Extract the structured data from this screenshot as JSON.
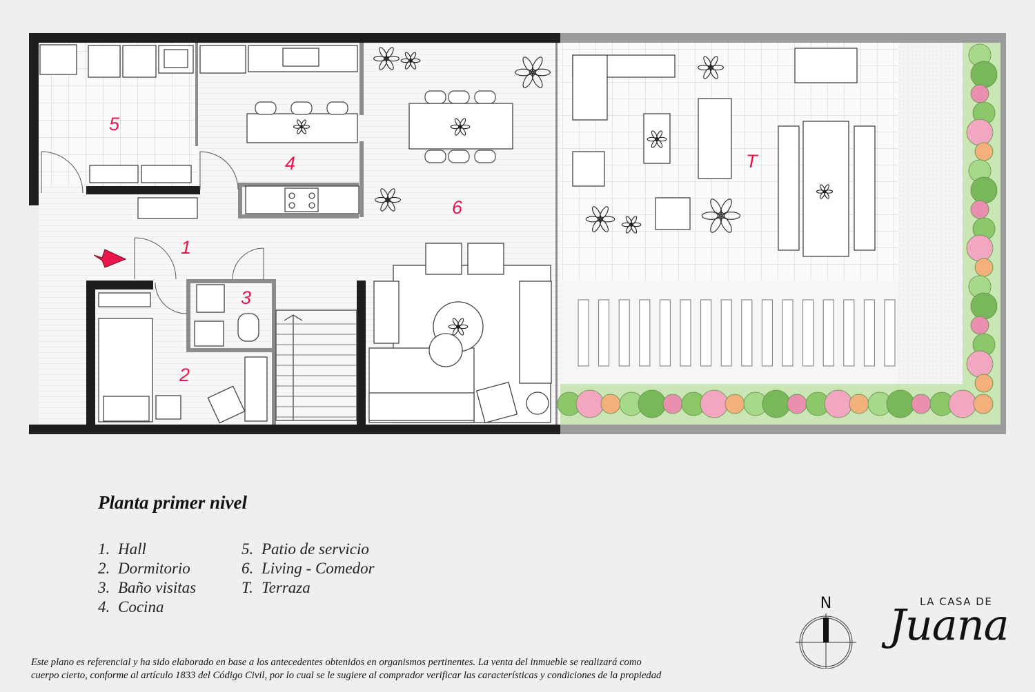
{
  "plan": {
    "room_labels": [
      {
        "id": "1",
        "text": "1"
      },
      {
        "id": "2",
        "text": "2"
      },
      {
        "id": "3",
        "text": "3"
      },
      {
        "id": "4",
        "text": "4"
      },
      {
        "id": "5",
        "text": "5"
      },
      {
        "id": "6",
        "text": "6"
      },
      {
        "id": "T",
        "text": "T"
      }
    ],
    "label_color": "#e8174a",
    "wall_color": "#1e1e1e",
    "terrace_wall_color": "#9a9d9c",
    "garden_color": "#c9e6b4",
    "entrance_icon": "entrance-arrow-icon"
  },
  "title": "Planta primer nivel",
  "legend": {
    "col1": [
      {
        "num": "1.",
        "label": "Hall"
      },
      {
        "num": "2.",
        "label": "Dormitorio"
      },
      {
        "num": "3.",
        "label": "Baño visitas"
      },
      {
        "num": "4.",
        "label": "Cocina"
      }
    ],
    "col2": [
      {
        "num": "5.",
        "label": "Patio de servicio"
      },
      {
        "num": "6.",
        "label": "Living - Comedor"
      },
      {
        "num": "T.",
        "label": "Terraza"
      }
    ]
  },
  "disclaimer": {
    "line1": "Este plano es referencial y ha sido elaborado en base a los antecedentes obtenidos en organismos pertinentes.  La venta del inmueble se realizará como",
    "line2": "cuerpo cierto, conforme al artículo 1833 del Código Civil, por lo cual se le sugiere al comprador verificar las características y condiciones de la propiedad"
  },
  "north": {
    "label": "N"
  },
  "brand": {
    "top": "LA CASA DE",
    "script": "Juana"
  }
}
